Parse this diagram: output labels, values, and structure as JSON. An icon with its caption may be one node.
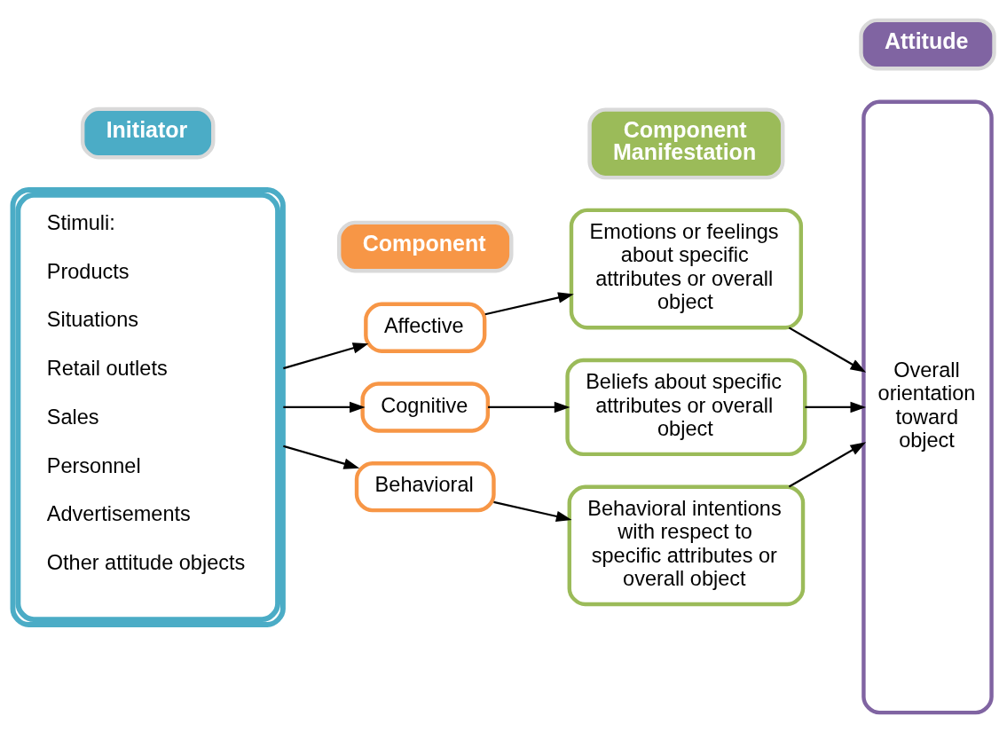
{
  "diagram": {
    "nodes": [
      {
        "text": [
          "Initiator"
        ]
      },
      {
        "text": [
          "Component"
        ]
      },
      {
        "text": [
          "Component Manifestation"
        ]
      },
      {
        "text": [
          "Attitude"
        ]
      },
      {
        "text": [
          "Stimuli:",
          "Products",
          "Situations",
          "Retail outlets",
          "Sales",
          "Personnel",
          "Advertisements",
          "Other attitude objects"
        ]
      },
      {
        "text": [
          "Affective"
        ]
      },
      {
        "text": [
          "Cognitive"
        ]
      },
      {
        "text": [
          "Behavioral"
        ]
      },
      {
        "text": [
          "Emotions or feelings about specific attributes or overall object"
        ]
      },
      {
        "text": [
          "Beliefs about specific attributes or overall object"
        ]
      },
      {
        "text": [
          "Behavioral intentions with respect to specific attributes or overall object"
        ]
      },
      {
        "text": [
          "Overall orientation toward object"
        ]
      }
    ],
    "edges": [
      {
        "from": 4,
        "to": 5,
        "arrow": "to"
      },
      {
        "from": 4,
        "to": 6,
        "arrow": "to"
      },
      {
        "from": 4,
        "to": 7,
        "arrow": "to"
      },
      {
        "from": 5,
        "to": 8,
        "arrow": "to"
      },
      {
        "from": 6,
        "to": 9,
        "arrow": "to"
      },
      {
        "from": 7,
        "to": 10,
        "arrow": "to"
      },
      {
        "from": 8,
        "to": 11,
        "arrow": "to"
      },
      {
        "from": 9,
        "to": 11,
        "arrow": "to"
      },
      {
        "from": 10,
        "to": 11,
        "arrow": "to"
      }
    ]
  }
}
